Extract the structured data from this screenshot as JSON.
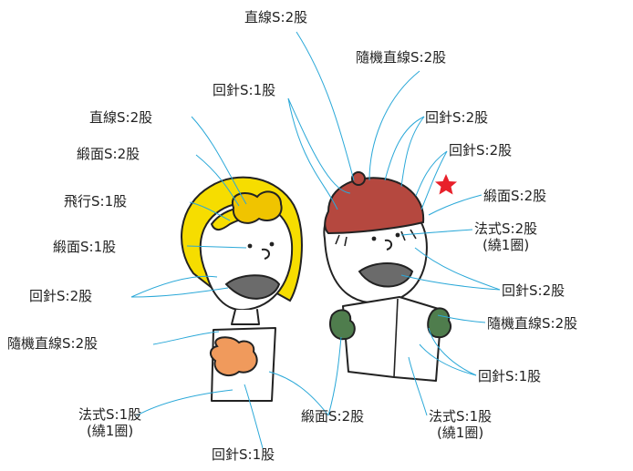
{
  "labels": {
    "top_straight": "直線S:2股",
    "top_random_straight": "隨機直線S:2股",
    "top_back": "回針S:1股",
    "left_straight": "直線S:2股",
    "right_back_a": "回針S:2股",
    "left_satin_2": "緞面S:2股",
    "right_back_b": "回針S:2股",
    "left_flying": "飛行S:1股",
    "right_satin_2": "緞面S:2股",
    "right_french_main": "法式S:2股",
    "right_french_sub": "(繞1圈)",
    "left_satin_1": "緞面S:1股",
    "left_back_2": "回針S:2股",
    "right_back_c": "回針S:2股",
    "left_random_straight": "隨機直線S:2股",
    "right_random_straight": "隨機直線S:2股",
    "right_back_1": "回針S:1股",
    "bottom_french_left_main": "法式S:1股",
    "bottom_french_left_sub": "(繞1圈)",
    "bottom_satin": "緞面S:2股",
    "bottom_french_right_main": "法式S:1股",
    "bottom_french_right_sub": "(繞1圈)",
    "bottom_back": "回針S:1股"
  },
  "colors": {
    "leader": "#2aa8d8",
    "star": "#e8202a",
    "hat": "#b5483f",
    "girl_hair": "#f6dd00",
    "girl_bow": "#f0c400",
    "girl_mitten": "#f09a5c",
    "boy_mitten": "#4f7d4d",
    "mouth": "#6b6b6b"
  },
  "icons": {
    "star": "star-icon"
  }
}
